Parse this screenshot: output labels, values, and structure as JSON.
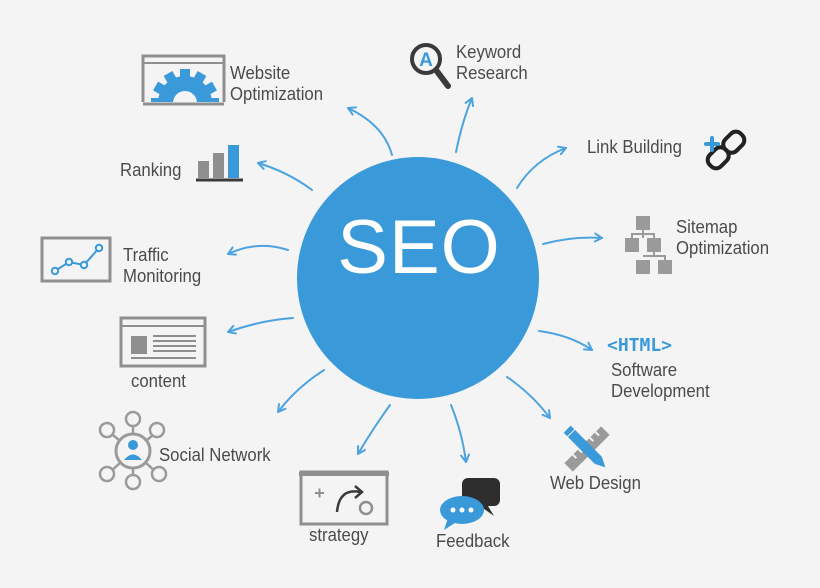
{
  "center": {
    "label": "SEO",
    "color": "#3a9ad9"
  },
  "nodes": {
    "website_optimization": {
      "lines": [
        "Website",
        "Optimization"
      ],
      "icon": "gear-window-icon"
    },
    "keyword_research": {
      "lines": [
        "Keyword",
        "Research"
      ],
      "icon": "magnifier-icon",
      "icon_letter": "A"
    },
    "link_building": {
      "lines": [
        "Link Building"
      ],
      "icon": "chain-link-icon"
    },
    "sitemap_optimization": {
      "lines": [
        "Sitemap",
        "Optimization"
      ],
      "icon": "sitemap-icon"
    },
    "software_development": {
      "tag": "<HTML>",
      "lines": [
        "Software",
        "Development"
      ]
    },
    "web_design": {
      "lines": [
        "Web Design"
      ],
      "icon": "pencil-ruler-icon"
    },
    "feedback": {
      "lines": [
        "Feedback"
      ],
      "icon": "speech-bubbles-icon"
    },
    "strategy": {
      "lines": [
        "strategy"
      ],
      "icon": "whiteboard-icon"
    },
    "social_network": {
      "lines": [
        "Social Network"
      ],
      "icon": "network-person-icon"
    },
    "content": {
      "lines": [
        "content"
      ],
      "icon": "document-icon"
    },
    "traffic_monitoring": {
      "lines": [
        "Traffic",
        "Monitoring"
      ],
      "icon": "line-graph-icon"
    },
    "ranking": {
      "lines": [
        "Ranking"
      ],
      "icon": "bar-chart-icon"
    }
  },
  "colors": {
    "accent": "#3a9ad9",
    "icon_gray": "#8f8f8f",
    "text": "#4b4b4b",
    "dark": "#2a2a2a",
    "background": "#f4f4f4"
  }
}
